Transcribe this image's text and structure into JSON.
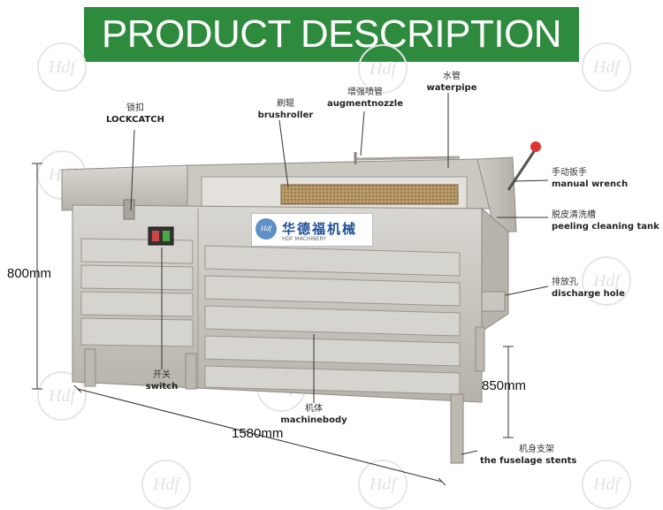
{
  "banner": {
    "title": "PRODUCT DESCRIPTION"
  },
  "watermark": {
    "text": "Hdf"
  },
  "nameplate": {
    "logo": "Hdf",
    "name": "华德福机械",
    "sub": "HDF MACHINERY"
  },
  "labels": {
    "lockcatch": {
      "zh": "锁扣",
      "en": "LOCKCATCH"
    },
    "brushroller": {
      "zh": "刷辊",
      "en": "brushroller"
    },
    "augmentnozzle": {
      "zh": "增强喷管",
      "en": "augmentnozzle"
    },
    "waterpipe": {
      "zh": "水管",
      "en": "waterpipe"
    },
    "manual_wrench": {
      "zh": "手动扳手",
      "en": "manual wrench"
    },
    "peeling_tank": {
      "zh": "脱皮清洗槽",
      "en": "peeling cleaning tank"
    },
    "discharge_hole": {
      "zh": "排放孔",
      "en": "discharge hole"
    },
    "switch": {
      "zh": "开关",
      "en": "switch"
    },
    "machinebody": {
      "zh": "机体",
      "en": "machinebody"
    },
    "fuselage": {
      "zh": "机身支架",
      "en": "the fuselage stents"
    }
  },
  "dimensions": {
    "height": "800mm",
    "length": "1580mm",
    "leg_height": "850mm"
  }
}
